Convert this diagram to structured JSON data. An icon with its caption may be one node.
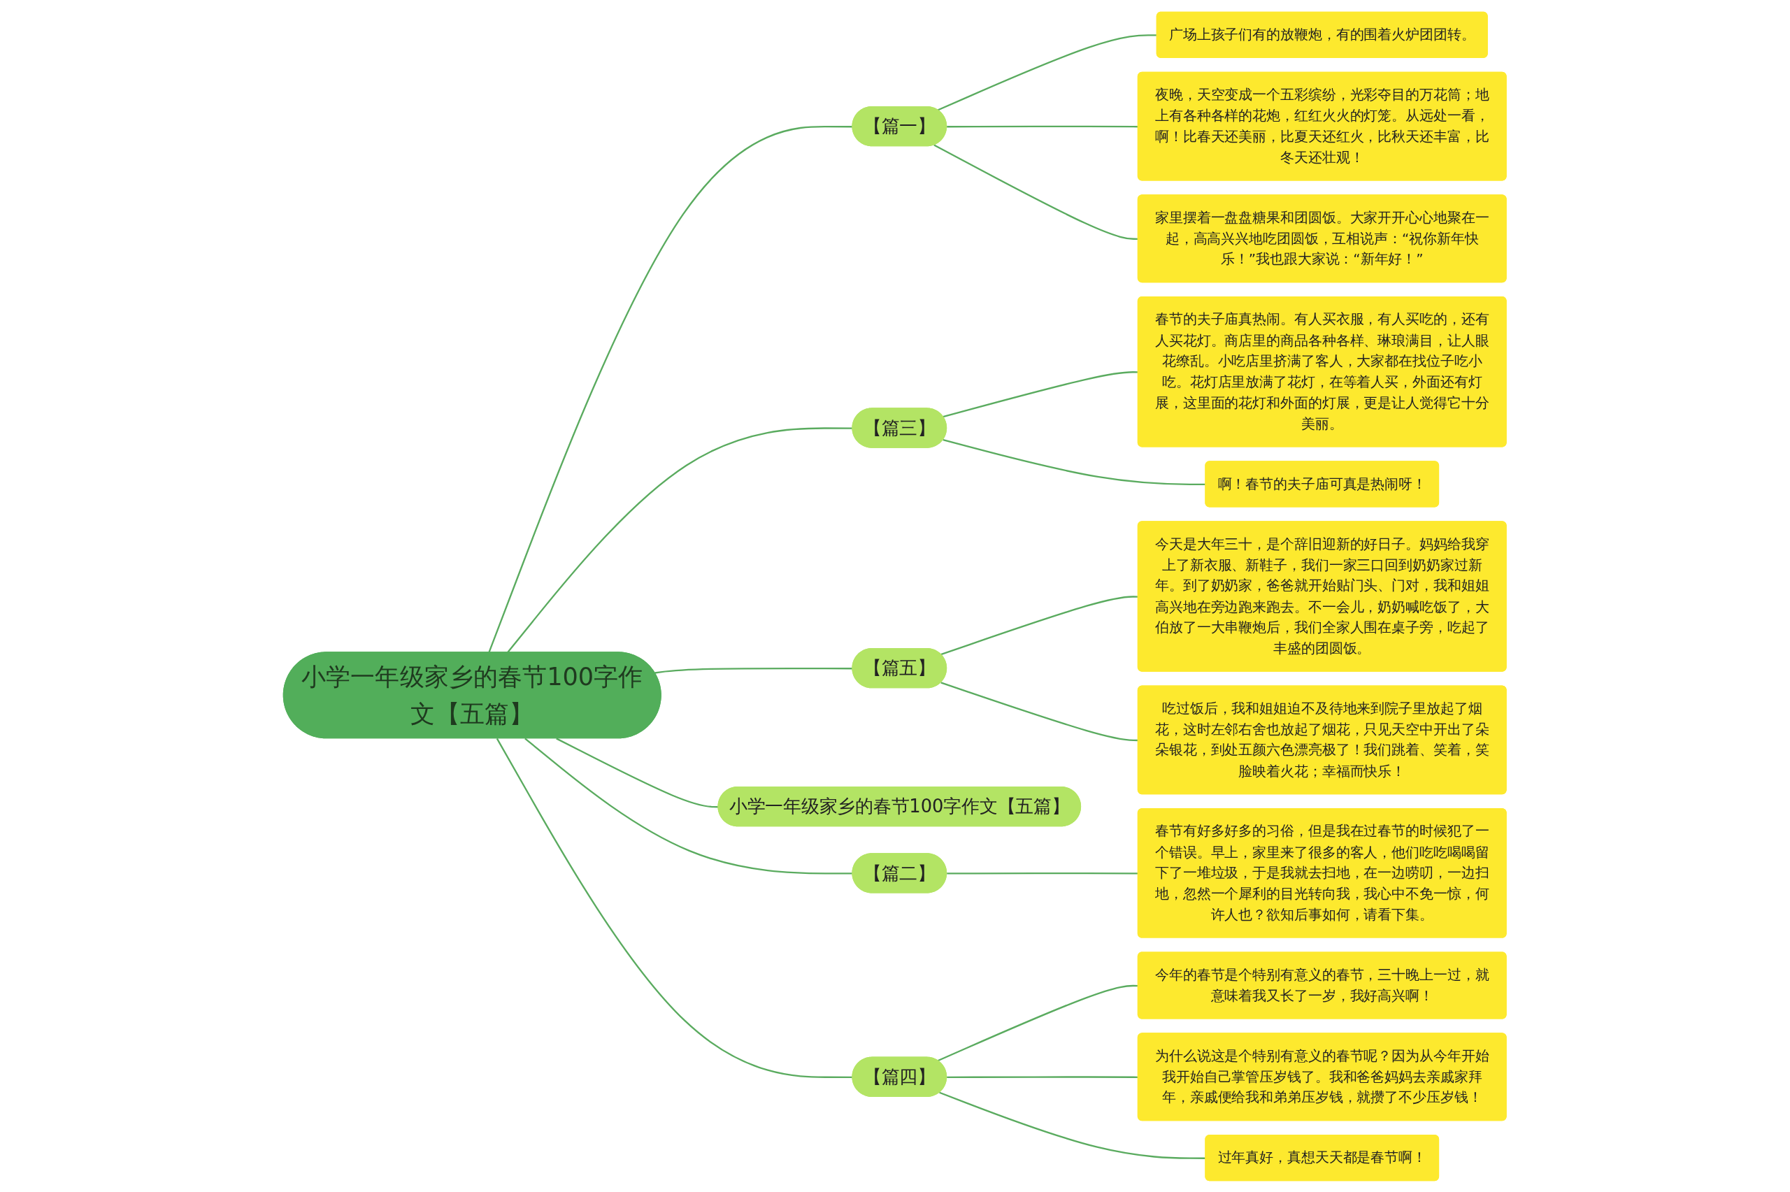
{
  "diagram": {
    "nodes": [
      {
        "text": [
          "小学一年级家乡的春节100字作文【五篇】"
        ]
      },
      {
        "text": [
          "【篇一】"
        ]
      },
      {
        "text": [
          "广场上孩子们有的放鞭炮，有的围着火炉团团转。"
        ]
      },
      {
        "text": [
          "夜晚，天空变成一个五彩缤纷，光彩夺目的万花筒；地上有各种各样的花炮，红红火火的灯笼。从远处一看，啊！比春天还美丽，比夏天还红火，比秋天还丰富，比冬天还壮观！"
        ]
      },
      {
        "text": [
          "家里摆着一盘盘糖果和团圆饭。大家开开心心地聚在一起，高高兴兴地吃团圆饭，互相说声：“祝你新年快乐！”我也跟大家说：“新年好！”"
        ]
      },
      {
        "text": [
          "【篇三】"
        ]
      },
      {
        "text": [
          "春节的夫子庙真热闹。有人买衣服，有人买吃的，还有人买花灯。商店里的商品各种各样、琳琅满目，让人眼花缭乱。小吃店里挤满了客人，大家都在找位子吃小吃。花灯店里放满了花灯，在等着人买，外面还有灯展，这里面的花灯和外面的灯展，更是让人觉得它十分美丽。"
        ]
      },
      {
        "text": [
          "啊！春节的夫子庙可真是热闹呀！"
        ]
      },
      {
        "text": [
          "【篇五】"
        ]
      },
      {
        "text": [
          "今天是大年三十，是个辞旧迎新的好日子。妈妈给我穿上了新衣服、新鞋子，我们一家三口回到奶奶家过新年。到了奶奶家，爸爸就开始贴门头、门对，我和姐姐高兴地在旁边跑来跑去。不一会儿，奶奶喊吃饭了，大伯放了一大串鞭炮后，我们全家人围在桌子旁，吃起了丰盛的团圆饭。"
        ]
      },
      {
        "text": [
          "吃过饭后，我和姐姐迫不及待地来到院子里放起了烟花，这时左邻右舍也放起了烟花，只见天空中开出了朵朵银花，到处五颜六色漂亮极了！我们跳着、笑着，笑脸映着火花；幸福而快乐！"
        ]
      },
      {
        "text": [
          "小学一年级家乡的春节100字作文【五篇】"
        ]
      },
      {
        "text": [
          "【篇二】"
        ]
      },
      {
        "text": [
          "春节有好多好多的习俗，但是我在过春节的时候犯了一个错误。早上，家里来了很多的客人，他们吃吃喝喝留下了一堆垃圾，于是我就去扫地，在一边唠叨，一边扫地，忽然一个犀利的目光转向我，我心中不免一惊，何许人也？欲知后事如何，请看下集。"
        ]
      },
      {
        "text": [
          "【篇四】"
        ]
      },
      {
        "text": [
          "今年的春节是个特别有意义的春节，三十晚上一过，就意味着我又长了一岁，我好高兴啊！"
        ]
      },
      {
        "text": [
          "为什么说这是个特别有意义的春节呢？因为从今年开始我开始自己掌管压岁钱了。我和爸爸妈妈去亲戚家拜年，亲戚便给我和弟弟压岁钱，就攒了不少压岁钱！"
        ]
      },
      {
        "text": [
          "过年真好，真想天天都是春节啊！"
        ]
      }
    ],
    "edges": [
      {
        "from": 0,
        "to": 1,
        "arrow": "none"
      },
      {
        "from": 1,
        "to": 2,
        "arrow": "none"
      },
      {
        "from": 1,
        "to": 3,
        "arrow": "none"
      },
      {
        "from": 1,
        "to": 4,
        "arrow": "none"
      },
      {
        "from": 0,
        "to": 5,
        "arrow": "none"
      },
      {
        "from": 5,
        "to": 6,
        "arrow": "none"
      },
      {
        "from": 5,
        "to": 7,
        "arrow": "none"
      },
      {
        "from": 0,
        "to": 8,
        "arrow": "none"
      },
      {
        "from": 8,
        "to": 9,
        "arrow": "none"
      },
      {
        "from": 8,
        "to": 10,
        "arrow": "none"
      },
      {
        "from": 0,
        "to": 11,
        "arrow": "none"
      },
      {
        "from": 0,
        "to": 12,
        "arrow": "none"
      },
      {
        "from": 12,
        "to": 13,
        "arrow": "none"
      },
      {
        "from": 0,
        "to": 14,
        "arrow": "none"
      },
      {
        "from": 14,
        "to": 15,
        "arrow": "none"
      },
      {
        "from": 14,
        "to": 16,
        "arrow": "none"
      },
      {
        "from": 14,
        "to": 17,
        "arrow": "none"
      }
    ]
  }
}
